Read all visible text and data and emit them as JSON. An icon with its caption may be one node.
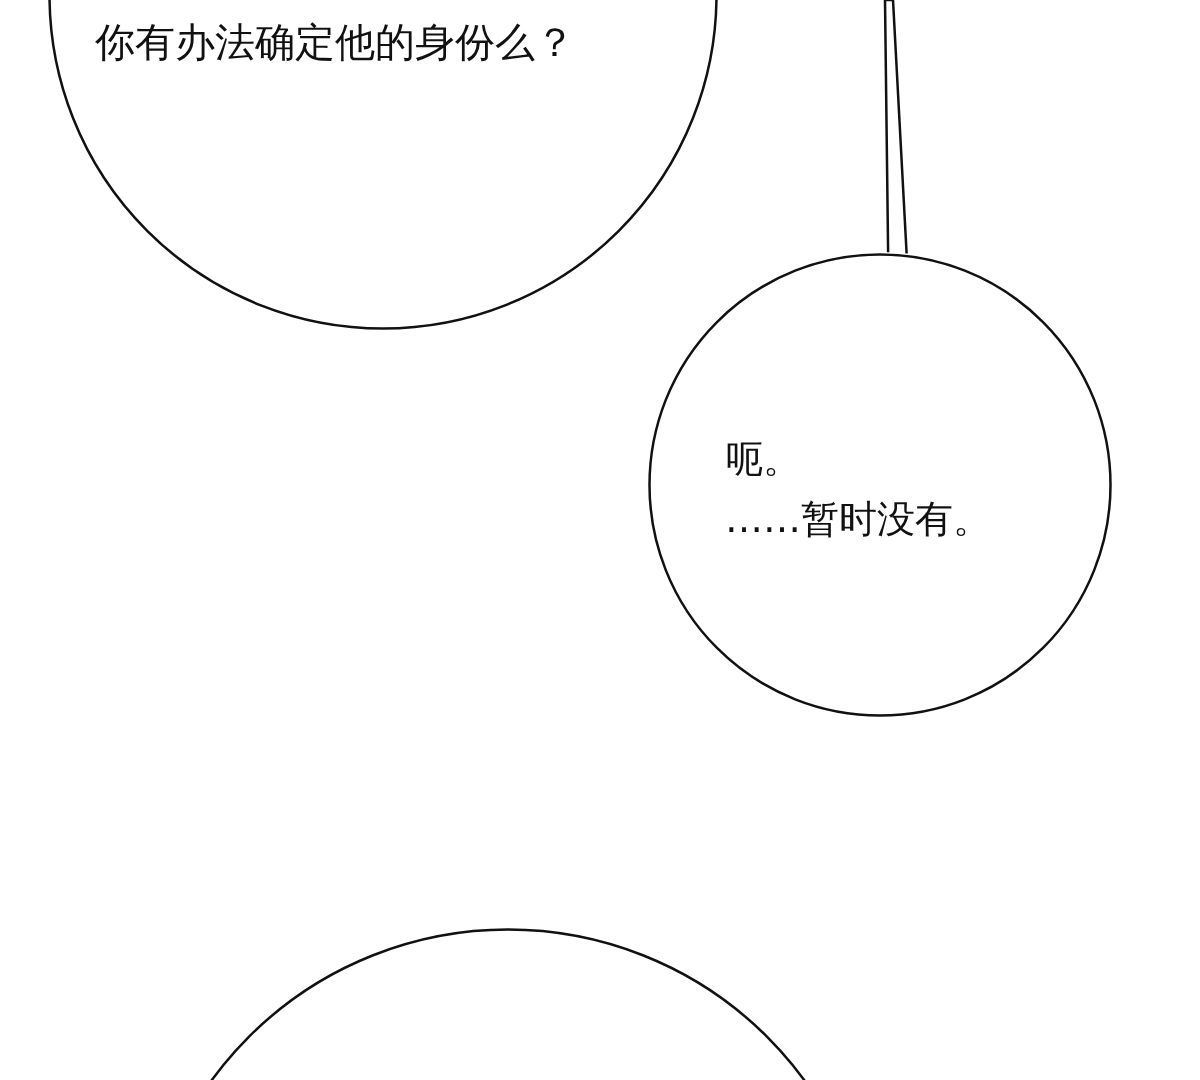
{
  "diagram": {
    "nodes": [
      {
        "text": [
          "你有办法确定他的身份么？"
        ]
      },
      {
        "text": [
          "呃。",
          "……暂时没有。"
        ]
      },
      {
        "text": [],
        "shape": "circle"
      }
    ],
    "edges": [
      {
        "from": null,
        "to": 1,
        "arrow": "none"
      }
    ]
  }
}
